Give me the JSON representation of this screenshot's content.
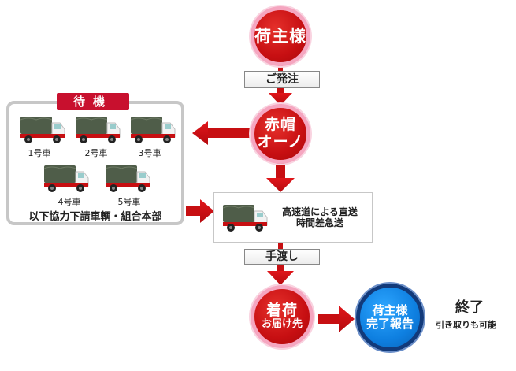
{
  "nodes": {
    "shipper": {
      "label": "荷主様"
    },
    "akabou_line1": "赤帽",
    "akabou_line2": "オーノ",
    "arrival_line1": "着荷",
    "arrival_line2": "お届け先",
    "report_line1": "荷主様",
    "report_line2": "完了報告"
  },
  "tags": {
    "order": "ご発注",
    "handover": "手渡し"
  },
  "standby": {
    "title": "待機",
    "trucks": [
      "1号車",
      "2号車",
      "3号車",
      "4号車",
      "5号車"
    ],
    "footer": "以下協力下請車輌・組合本部"
  },
  "highway": {
    "line1": "高速道による直送",
    "line2": "時間差急送"
  },
  "completion": {
    "title": "終了",
    "subtitle": "引き取りも可能"
  },
  "colors": {
    "red": "#c70f12",
    "blue": "#0e7fe0",
    "pink_ring": "#f5a6c0",
    "truck_cover": "#4f5d49"
  }
}
